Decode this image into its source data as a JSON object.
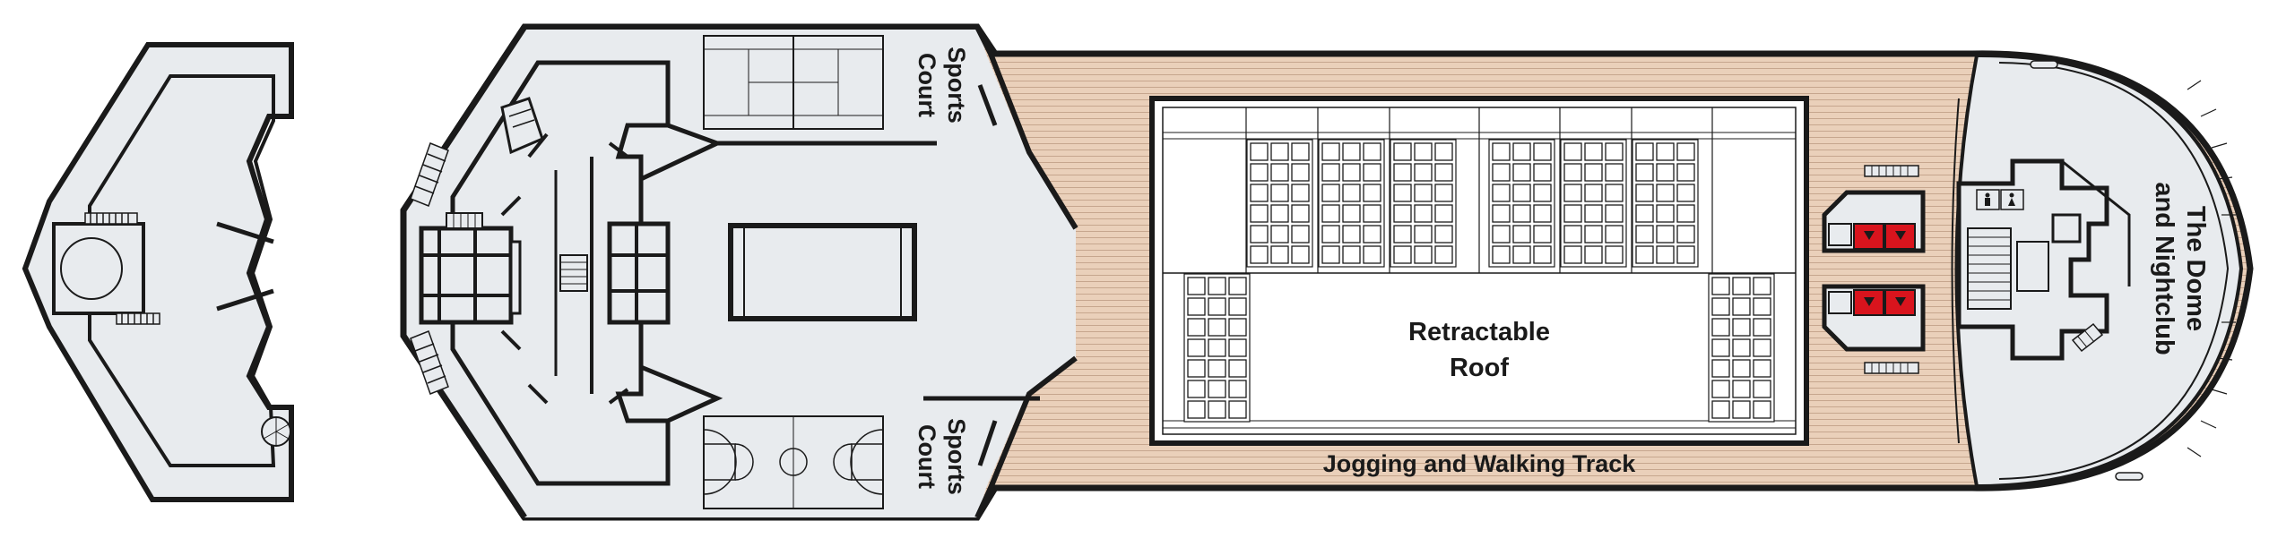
{
  "colors": {
    "deck_fill": "#e8ebee",
    "wall": "#1a1a1a",
    "wood_deck": "#ead0ba",
    "wood_plank_line": "#c6a68e",
    "roof_fill": "#ffffff",
    "elevator_red": "#d9141d",
    "label_text": "#1a1a1a"
  },
  "labels": {
    "sports_court_top_1": "Sports",
    "sports_court_top_2": "Court",
    "sports_court_bottom_1": "Sports",
    "sports_court_bottom_2": "Court",
    "roof_1": "Retractable",
    "roof_2": "Roof",
    "track": "Jogging and Walking Track",
    "dome_1": "The Dome",
    "dome_2": "and Nightclub"
  },
  "icons": [
    "stairs-icon",
    "elevator-icon",
    "restroom-icon",
    "tennis-court-icon",
    "basketball-court-icon",
    "pool-icon",
    "sun-lounger-icon"
  ]
}
